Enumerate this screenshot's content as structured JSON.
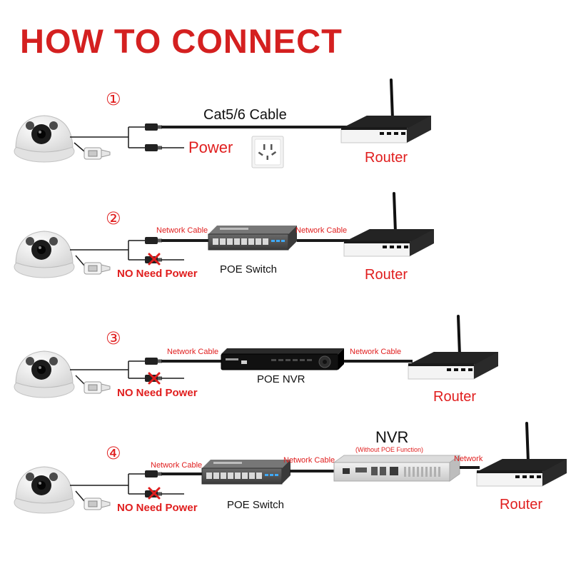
{
  "title": "HOW TO CONNECT",
  "colors": {
    "accent": "#e01e1e",
    "cable": "#1a1a1a",
    "text": "#111111"
  },
  "rows": [
    {
      "step": "①",
      "cable_label": "Cat5/6 Cable",
      "power_label": "Power",
      "end_label": "Router"
    },
    {
      "step": "②",
      "left_cable": "Network Cable",
      "device_label": "POE Switch",
      "right_cable": "Network Cable",
      "end_label": "Router",
      "power_label": "NO Need Power"
    },
    {
      "step": "③",
      "left_cable": "Network Cable",
      "device_label": "POE NVR",
      "right_cable": "Network Cable",
      "end_label": "Router",
      "power_label": "NO Need Power"
    },
    {
      "step": "④",
      "left_cable": "Network Cable",
      "device_label": "POE Switch",
      "middle_cable": "Network Cable",
      "nvr_label": "NVR",
      "nvr_note": "(Without POE Function)",
      "right_cable": "Network",
      "end_label": "Router",
      "power_label": "NO Need Power"
    }
  ],
  "icons": [
    "dome-camera-icon",
    "rj45-plug-icon",
    "dc-plug-icon",
    "power-outlet-icon",
    "poe-switch-icon",
    "poe-nvr-icon",
    "nvr-icon",
    "router-icon",
    "x-mark-icon"
  ]
}
